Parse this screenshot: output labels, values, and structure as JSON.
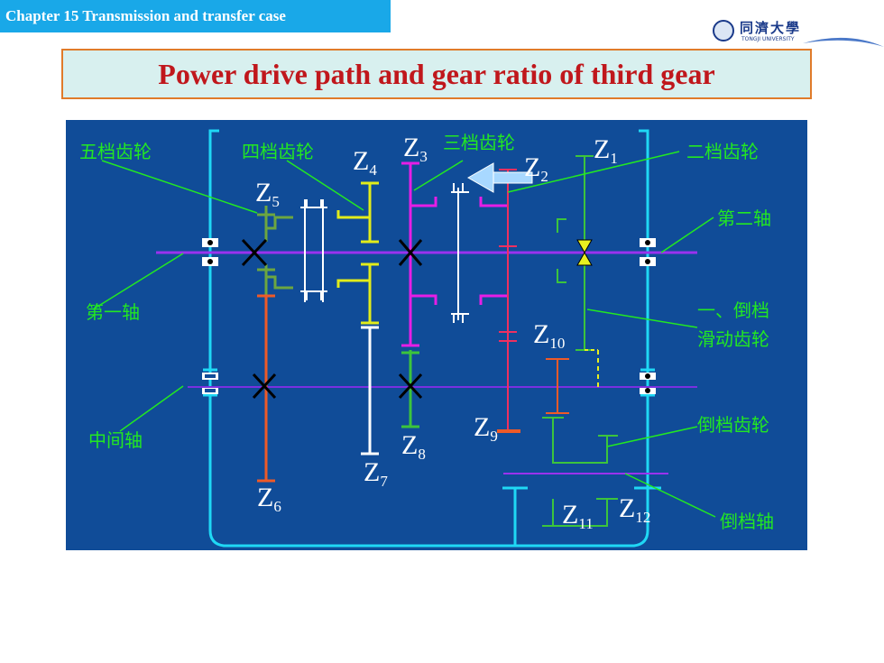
{
  "header": {
    "chapter": "Chapter 15 Transmission and transfer case",
    "logo_text": "同濟大學",
    "logo_sub": "TONGJI UNIVERSITY"
  },
  "slide": {
    "title": "Power drive path and gear ratio of third gear"
  },
  "diagram": {
    "labels": {
      "fifth_gear": "五档齿轮",
      "fourth_gear": "四档齿轮",
      "third_gear": "三档齿轮",
      "second_gear": "二档齿轮",
      "second_shaft": "第二轴",
      "first_shaft": "第一轴",
      "first_reverse_line1": "一、倒档",
      "first_reverse_line2": "滑动齿轮",
      "countershaft": "中间轴",
      "reverse_gear": "倒档齿轮",
      "reverse_shaft": "倒档轴"
    },
    "gears": [
      {
        "letter": "Z",
        "sub": "1"
      },
      {
        "letter": "Z",
        "sub": "2"
      },
      {
        "letter": "Z",
        "sub": "3"
      },
      {
        "letter": "Z",
        "sub": "4"
      },
      {
        "letter": "Z",
        "sub": "5"
      },
      {
        "letter": "Z",
        "sub": "6"
      },
      {
        "letter": "Z",
        "sub": "7"
      },
      {
        "letter": "Z",
        "sub": "8"
      },
      {
        "letter": "Z",
        "sub": "9"
      },
      {
        "letter": "Z",
        "sub": "10"
      },
      {
        "letter": "Z",
        "sub": "11"
      },
      {
        "letter": "Z",
        "sub": "12"
      }
    ],
    "colors": {
      "background": "#104c98",
      "housing": "#1fd8f5",
      "shaft": "#9a32ee",
      "label_green": "#22e822",
      "gear_fifth": "#6ca640",
      "gear_fourth": "#e2ec1a",
      "gear_third": "#e61ee6",
      "gear_countershaft": "#ee5a28",
      "gear_first": "#3cc43c",
      "arrow": "#a8d8ff",
      "title_red": "#c0171c",
      "title_border": "#e07b2a",
      "title_bg": "#d8f0ef",
      "chapter_bg": "#19a8e8"
    }
  }
}
